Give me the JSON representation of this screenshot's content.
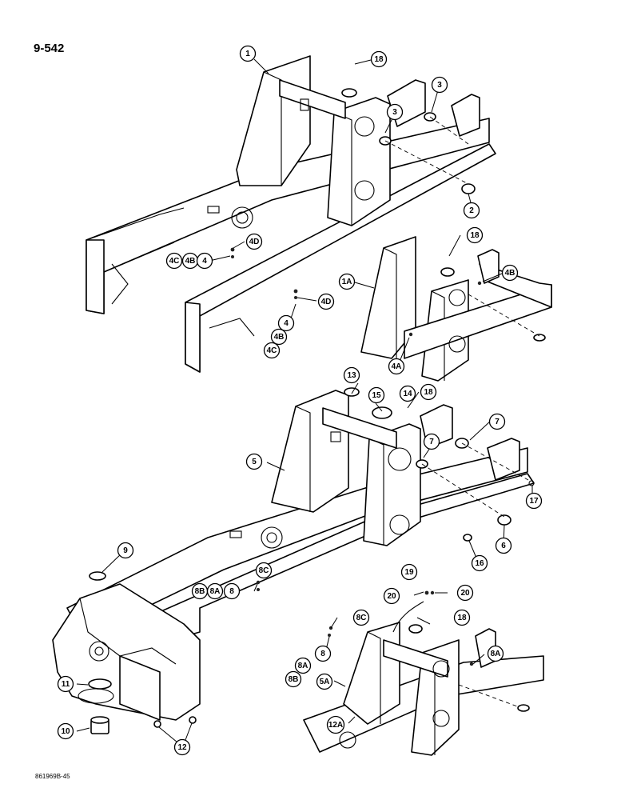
{
  "page": {
    "id": "9-542",
    "drawing_code": "861969B-45"
  },
  "callouts": [
    {
      "key": "c1",
      "label": "1"
    },
    {
      "key": "c18a",
      "label": "18"
    },
    {
      "key": "c3a",
      "label": "3"
    },
    {
      "key": "c3b",
      "label": "3"
    },
    {
      "key": "c2",
      "label": "2"
    },
    {
      "key": "c4d_a",
      "label": "4D"
    },
    {
      "key": "c4c_a",
      "label": "4C"
    },
    {
      "key": "c4b_a",
      "label": "4B"
    },
    {
      "key": "c4_a",
      "label": "4"
    },
    {
      "key": "c4d_b",
      "label": "4D"
    },
    {
      "key": "c4_b",
      "label": "4"
    },
    {
      "key": "c4b_b",
      "label": "4B"
    },
    {
      "key": "c4c_b",
      "label": "4C"
    },
    {
      "key": "c18b",
      "label": "18"
    },
    {
      "key": "c1a",
      "label": "1A"
    },
    {
      "key": "c4b_c",
      "label": "4B"
    },
    {
      "key": "c4a",
      "label": "4A"
    },
    {
      "key": "c13",
      "label": "13"
    },
    {
      "key": "c15",
      "label": "15"
    },
    {
      "key": "c14",
      "label": "14"
    },
    {
      "key": "c18c",
      "label": "18"
    },
    {
      "key": "c7a",
      "label": "7"
    },
    {
      "key": "c7b",
      "label": "7"
    },
    {
      "key": "c5",
      "label": "5"
    },
    {
      "key": "c17",
      "label": "17"
    },
    {
      "key": "c6",
      "label": "6"
    },
    {
      "key": "c16",
      "label": "16"
    },
    {
      "key": "c9",
      "label": "9"
    },
    {
      "key": "c8c_a",
      "label": "8C"
    },
    {
      "key": "c8b_a",
      "label": "8B"
    },
    {
      "key": "c8a_a",
      "label": "8A"
    },
    {
      "key": "c8_a",
      "label": "8"
    },
    {
      "key": "c19",
      "label": "19"
    },
    {
      "key": "c20a",
      "label": "20"
    },
    {
      "key": "c20b",
      "label": "20"
    },
    {
      "key": "c8c_b",
      "label": "8C"
    },
    {
      "key": "c18d",
      "label": "18"
    },
    {
      "key": "c8_b",
      "label": "8"
    },
    {
      "key": "c8a_b",
      "label": "8A"
    },
    {
      "key": "c8b_b",
      "label": "8B"
    },
    {
      "key": "c8a_c",
      "label": "8A"
    },
    {
      "key": "c5a",
      "label": "5A"
    },
    {
      "key": "c11",
      "label": "11"
    },
    {
      "key": "c10",
      "label": "10"
    },
    {
      "key": "c12a",
      "label": "12A"
    },
    {
      "key": "c12",
      "label": "12"
    }
  ]
}
